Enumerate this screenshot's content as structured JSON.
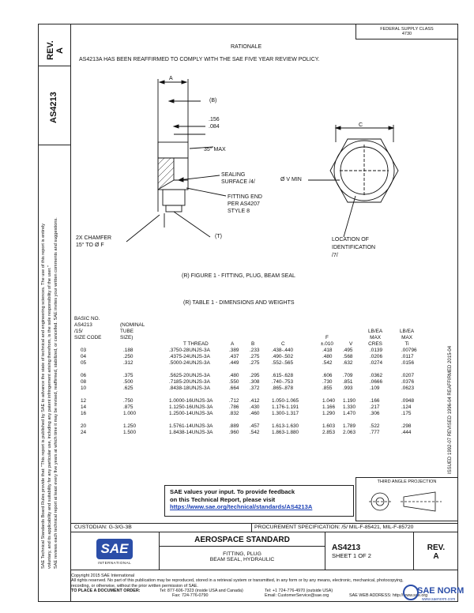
{
  "header": {
    "rev_label": "REV.",
    "rev_value": "A",
    "doc_number": "AS4213",
    "federal_note_line1": "FEDERAL SUPPLY CLASS",
    "federal_note_line2": "4730"
  },
  "rationale": {
    "title": "RATIONALE",
    "text": "AS4213A HAS BEEN REAFFIRMED TO COMPLY WITH THE SAE FIVE YEAR REVIEW POLICY."
  },
  "figure": {
    "labels": {
      "A": "A",
      "B": "(B)",
      "dim1": ".156",
      "dim2": ".084",
      "angle": "35° MAX",
      "sealing1": "SEALING",
      "sealing2": "SURFACE /4/",
      "fitting1": "FITTING END",
      "fitting2": "PER AS4207",
      "fitting3": "STYLE 8",
      "T": "(T)",
      "chamfer1": "2X CHAMFER",
      "chamfer2": "15° TO Ø F",
      "C": "C",
      "V": "Ø V MIN",
      "loc1": "LOCATION OF",
      "loc2": "IDENTIFICATION",
      "loc3": "/7/"
    },
    "caption": "(R)  FIGURE 1 - FITTING, PLUG, BEAM SEAL"
  },
  "table": {
    "caption": "(R)  TABLE 1 - DIMENSIONS AND WEIGHTS",
    "headers": {
      "basic1": "BASIC NO.",
      "basic2": "AS4213",
      "basic3": "/15/",
      "basic4": "SIZE CODE",
      "nom1": "(NOMINAL",
      "nom2": "TUBE",
      "nom3": "SIZE)",
      "thread": "T THREAD",
      "a": "A",
      "b": "B",
      "c": "C",
      "f1": "F",
      "f2": "±.010",
      "v": "V",
      "lb1_1": "LB/EA",
      "lb1_2": "MAX",
      "lb1_3": "CRES",
      "lb2_1": "LB/EA",
      "lb2_2": "MAX",
      "lb2_3": "Ti"
    },
    "groups": [
      [
        [
          "03",
          ".188",
          ".3750-28UNJS-3A",
          ".389",
          ".233",
          ".438-.440",
          ".418",
          ".495",
          ".0139",
          ".00796"
        ],
        [
          "04",
          ".250",
          ".4375-24UNJS-3A",
          ".437",
          ".275",
          ".490-.502",
          ".480",
          ".568",
          ".0206",
          ".0117"
        ],
        [
          "05",
          ".312",
          ".5000-24UNJS-3A",
          ".449",
          ".275",
          ".552-.565",
          ".542",
          ".632",
          ".0274",
          ".0156"
        ]
      ],
      [
        [
          "06",
          ".375",
          ".5625-20UNJS-3A",
          ".480",
          ".295",
          ".615-.628",
          ".606",
          ".709",
          ".0362",
          ".0207"
        ],
        [
          "08",
          ".500",
          ".7185-20UNJS-3A",
          ".550",
          ".308",
          ".740-.753",
          ".730",
          ".851",
          ".0666",
          ".0376"
        ],
        [
          "10",
          ".625",
          ".8438-18UNJS-3A",
          ".664",
          ".372",
          ".865-.878",
          ".855",
          ".993",
          ".109",
          ".0623"
        ]
      ],
      [
        [
          "12",
          ".750",
          "1.0000-16UNJS-3A",
          ".712",
          ".412",
          "1.050-1.065",
          "1.040",
          "1.190",
          ".166",
          ".0948"
        ],
        [
          "14",
          ".875",
          "1.1250-16UNJS-3A",
          ".786",
          ".430",
          "1.176-1.191",
          "1.166",
          "1.330",
          ".217",
          ".124"
        ],
        [
          "16",
          "1.000",
          "1.2500-14UNJS-3A",
          ".832",
          ".460",
          "1.300-1.317",
          "1.290",
          "1.470",
          ".306",
          ".175"
        ]
      ],
      [
        [
          "20",
          "1.250",
          "1.5761-14UNJS-3A",
          ".889",
          ".457",
          "1.613-1.630",
          "1.603",
          "1.789",
          ".522",
          ".298"
        ],
        [
          "24",
          "1.500",
          "1.8438-14UNJS-3A",
          ".960",
          ".542",
          "1.863-1.880",
          "2.853",
          "2.063",
          ".777",
          ".444"
        ]
      ]
    ]
  },
  "projection_label": "THIRD ANGLE PROJECTION",
  "feedback": {
    "line1": "SAE values your input. To provide feedback",
    "line2": "on this Technical Report, please visit",
    "link": "https://www.sae.org/technical/standards/AS4213A"
  },
  "custodian": "CUSTODIAN: G-3/G-3B",
  "procurement": "PROCUREMENT SPECIFICATION: /5/ MIL-F-85421, MIL-F-85720",
  "title_block": {
    "standard": "AEROSPACE STANDARD",
    "desc1": "FITTING, PLUG",
    "desc2": "BEAM SEAL, HYDRAULIC",
    "number": "AS4213",
    "sheet": "SHEET 1 OF 2",
    "rev_label": "REV.",
    "rev_value": "A",
    "logo": "SAE",
    "logo_sub": "INTERNATIONAL"
  },
  "right_edge_text": "ISSUED 1992-07   REVISED 1996-04   REAFFIRMED 2015-04",
  "left_legal_text": [
    "SAE Technical Standards Board Rules provide that: \"This report is published by SAE to advance the state of technical and engineering sciences. The use of this report is entirely",
    "voluntary, and its applicability and suitability for any particular use, including any patent infringement arising therefrom, is the sole responsibility of the user.\"",
    "SAE reviews each technical report at least every five years at which time it may be revised, reaffirmed, stabilized, or cancelled. SAE invites your written comments and suggestions."
  ],
  "footer": {
    "line1": "Copyright 2015 SAE International",
    "line2": "All rights reserved. No part of this publication may be reproduced, stored in a retrieval system or transmitted, in any form or by any means, electronic, mechanical, photocopying,",
    "line3": "recording, or otherwise, without the prior written permission of SAE.",
    "order": "TO PLACE A DOCUMENT ORDER:",
    "tel1": "Tel: 877-606-7323 (inside USA and Canada)",
    "tel2": "Tel: +1 724-776-4970 (outside USA)",
    "fax": "Fax: 724-776-0790",
    "email": "Email: CustomerService@sae.org",
    "web": "SAE WEB ADDRESS: http://www.sae.org",
    "watermark": "SAE NORM",
    "watermark_sub": "www.saenorm.com"
  }
}
